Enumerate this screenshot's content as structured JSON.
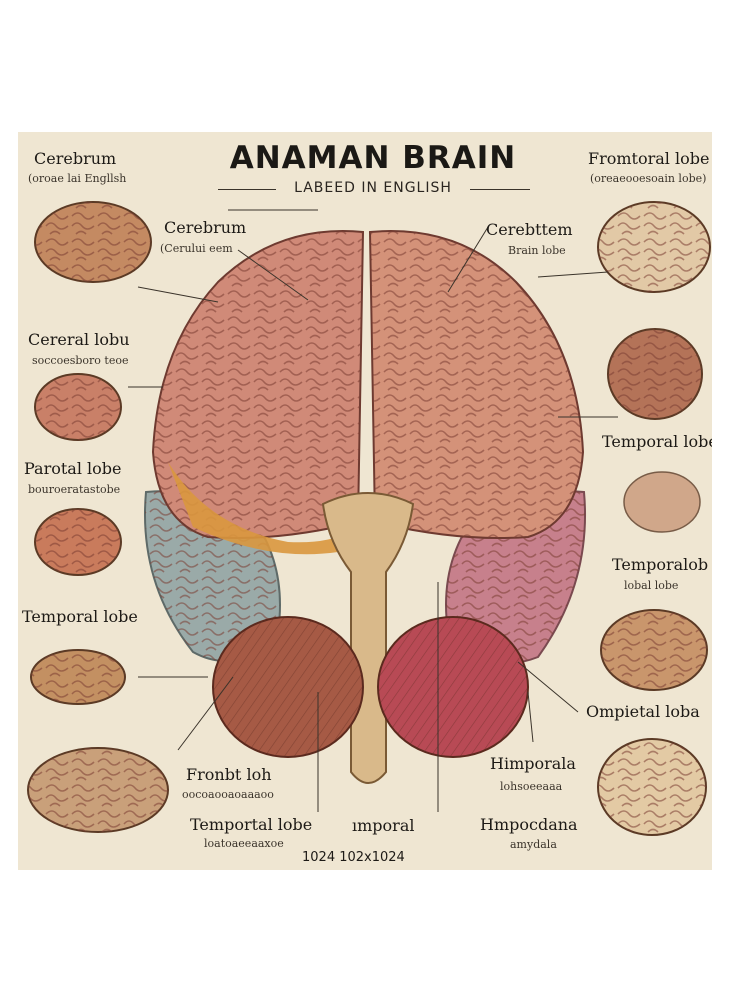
{
  "poster": {
    "title": "ANAMAN BRAIN",
    "subtitle": "LABEED IN ENGLISH",
    "footer": "1024 102x1024"
  },
  "labels": {
    "left_1": {
      "main": "Cerebrum",
      "sub": "(oroae lai Engllsh"
    },
    "left_2": {
      "main": "Cereral lobu",
      "sub": "soccoesboro teoe"
    },
    "left_3": {
      "main": "Parotal lobe",
      "sub": "bouroeratastobe"
    },
    "left_4": {
      "main": "Temporal lobe"
    },
    "right_1": {
      "main": "Fromtoral lobe",
      "sub": "(oreaeooesoain lobe)"
    },
    "right_2": {
      "main": "Temporal lobe"
    },
    "right_3": {
      "main": "Temporalob",
      "sub": "lobal lobe"
    },
    "right_4": {
      "main": "Ompietal loba"
    },
    "center_1": {
      "main": "Cerebrum",
      "sub": "(Cerului eem"
    },
    "center_2": {
      "main": "Cerebttem",
      "sub": "Brain lobe"
    },
    "bottom_1": {
      "main": "Fronbt loh",
      "sub": "oocoaooaoaaaoo"
    },
    "bottom_2": {
      "main": "Temportal lobe",
      "sub": "loatoaeeaaxoe"
    },
    "bottom_3": {
      "main": "ımporal"
    },
    "bottom_4": {
      "main": "Himporala",
      "sub": "lohsoeeaaa"
    },
    "bottom_5": {
      "main": "Hmpocdana",
      "sub": "amydala"
    }
  },
  "colors": {
    "background": "#efe6d2",
    "cortex": "#d08a78",
    "temporal_blue": "#9aaaa8",
    "temporal_pink": "#c7808c",
    "cerebellum_left": "#a65a45",
    "cerebellum_right": "#b84a55",
    "brainstem": "#d9b98a",
    "band_orange": "#d9973e"
  }
}
